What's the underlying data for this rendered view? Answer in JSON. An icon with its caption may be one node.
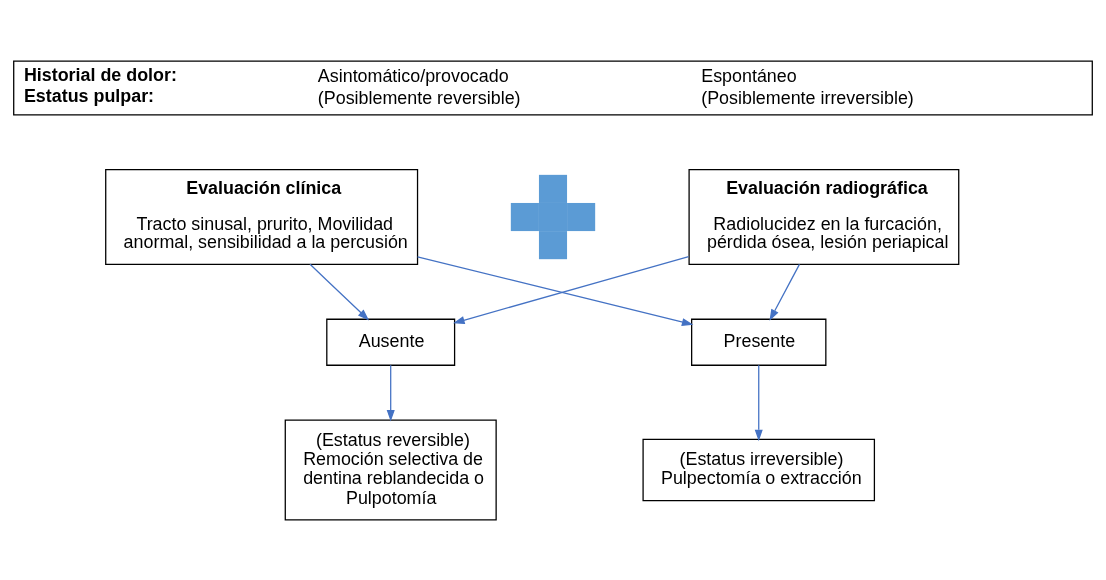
{
  "diagram": {
    "nodes": [
      {
        "text": [
          "Historial de dolor:",
          "Asintomático/provocado",
          "Espontáneo",
          "Estatus pulpar:",
          "(Posiblemente reversible)",
          "(Posiblemente irreversible)"
        ]
      },
      {
        "text": [
          "Evaluación clínica",
          "Tracto sinusal, prurito, Movilidad anormal, sensibilidad a la percusión"
        ]
      },
      {
        "text": [],
        "shape": "plus"
      },
      {
        "text": [
          "Evaluación radiográfica",
          "Radiolucidez en la furcación, pérdida ósea, lesión periapical"
        ]
      },
      {
        "text": [
          "Ausente"
        ]
      },
      {
        "text": [
          "Presente"
        ]
      },
      {
        "text": [
          "(Estatus reversible)",
          "Remoción selectiva de dentina reblandecida o Pulpotomía"
        ]
      },
      {
        "text": [
          "(Estatus irreversible)",
          "Pulpectomía o extracción"
        ]
      }
    ],
    "edges": [
      {
        "from": 1,
        "to": 4,
        "arrow": "to"
      },
      {
        "from": 1,
        "to": 5,
        "arrow": "to"
      },
      {
        "from": 3,
        "to": 4,
        "arrow": "to"
      },
      {
        "from": 3,
        "to": 5,
        "arrow": "to"
      },
      {
        "from": 4,
        "to": 6,
        "arrow": "to"
      },
      {
        "from": 5,
        "to": 7,
        "arrow": "to"
      }
    ]
  }
}
